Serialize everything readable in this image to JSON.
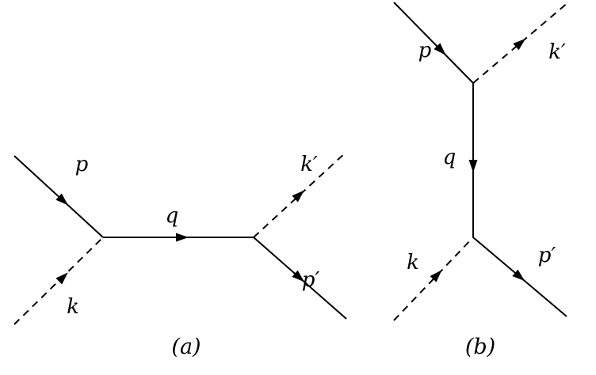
{
  "figure": {
    "type": "feynman-diagrams",
    "colors": {
      "line": "#000000",
      "text": "#000000",
      "background": "#ffffff"
    },
    "diagram_a": {
      "caption": "(a)",
      "labels": {
        "p": "p",
        "k": "k",
        "q": "q",
        "k_prime": "k′",
        "p_prime": "p′"
      }
    },
    "diagram_b": {
      "caption": "(b)",
      "labels": {
        "p": "p",
        "k": "k",
        "q": "q",
        "k_prime": "k′",
        "p_prime": "p′"
      }
    }
  }
}
